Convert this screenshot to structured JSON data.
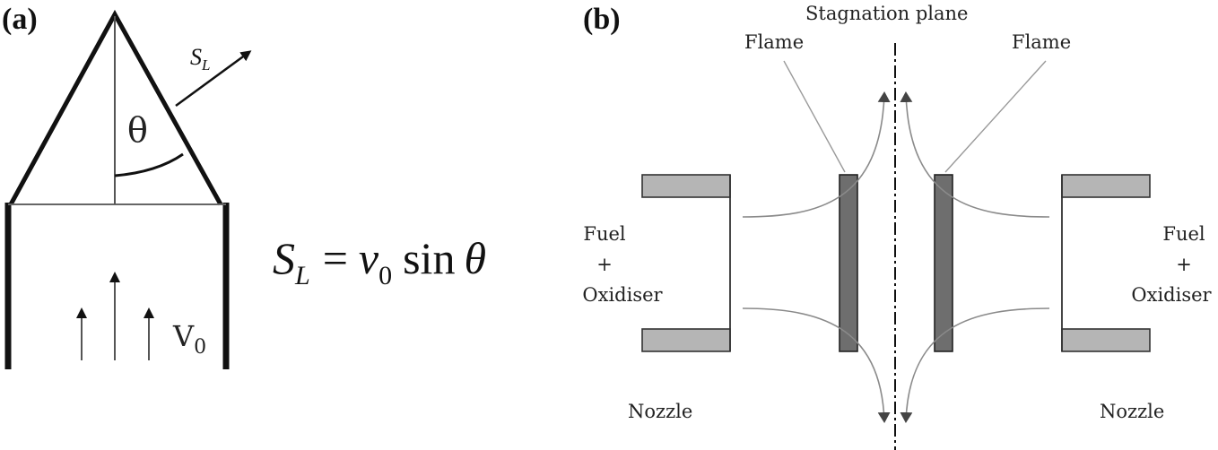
{
  "panel_a": {
    "label": "(a)",
    "angle_symbol": "θ",
    "sl_main": "S",
    "sl_sub": "L",
    "v_main": "V",
    "v_sub": "0"
  },
  "equation": {
    "lhs_main": "S",
    "lhs_sub": "L",
    "equals": "=",
    "v_main": "v",
    "v_sub": "0",
    "func": "sin",
    "angle": "θ"
  },
  "panel_b": {
    "label": "(b)",
    "stagnation_plane": "Stagnation plane",
    "flame_left": "Flame",
    "flame_right": "Flame",
    "fuel_left_line1": "Fuel",
    "fuel_left_line2": "+",
    "fuel_left_line3": "Oxidiser",
    "fuel_right_line1": "Fuel",
    "fuel_right_line2": "+",
    "fuel_right_line3": "Oxidiser",
    "nozzle_left": "Nozzle",
    "nozzle_right": "Nozzle"
  },
  "colors": {
    "line": "#111111",
    "nozzle_fill": "#b5b5b5",
    "flame_fill": "#6e6e6e"
  }
}
